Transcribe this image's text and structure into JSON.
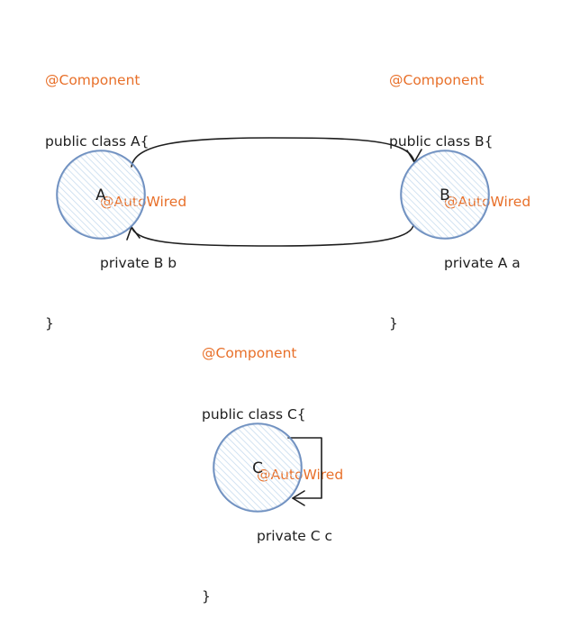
{
  "classes": {
    "a": {
      "annotation": "@Component",
      "decl": "public class A{",
      "field_annotation": "@AutoWired",
      "field": "private B b",
      "close": "}"
    },
    "b": {
      "annotation": "@Component",
      "decl": "public class B{",
      "field_annotation": "@AutoWired",
      "field": "private A a",
      "close": "}"
    },
    "c": {
      "annotation": "@Component",
      "decl": "public class C{",
      "field_annotation": "@AutoWired",
      "field": "private C c",
      "close": "}"
    }
  },
  "nodes": {
    "a": "A",
    "b": "B",
    "c": "C"
  },
  "colors": {
    "annotation": "#e8702a",
    "text": "#1e1e1e",
    "node_stroke": "#6c8ebf",
    "node_hatch": "#c7dcef",
    "edge": "#1e1e1e"
  }
}
